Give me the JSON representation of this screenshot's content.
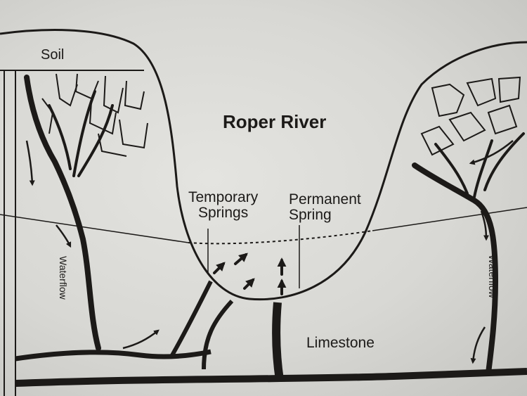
{
  "diagram": {
    "title": "Roper River",
    "labels": {
      "soil": "Soil",
      "temporary_springs_line1": "Temporary",
      "temporary_springs_line2": "Springs",
      "permanent_spring_line1": "Permanent",
      "permanent_spring_line2": "Spring",
      "waterflow_left": "Waterflow",
      "waterflow_right": "Waterflow",
      "limestone": "Limestone"
    },
    "colors": {
      "board": "#dcdcd8",
      "ink": "#1c1a18"
    },
    "icons": [
      "flow-arrow-icon",
      "spring-arrow-icon"
    ]
  }
}
